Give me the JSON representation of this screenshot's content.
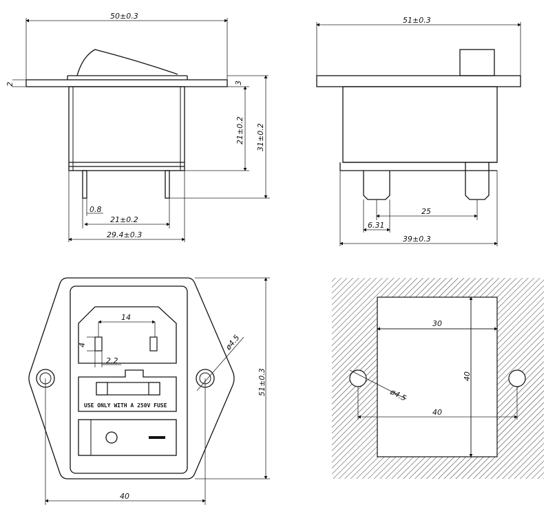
{
  "views": {
    "side_view": {
      "dim_width": "50±0.3",
      "dim_flange": "2",
      "dim_flange_right": "3",
      "dim_body_height": "21±0.2",
      "dim_total_height": "31±0.2",
      "dim_pin": "0.8",
      "dim_pin_pitch": "21±0.2",
      "dim_body_width": "29.4±0.3"
    },
    "end_view": {
      "dim_width": "51±0.3",
      "dim_pitch": "25",
      "dim_offset": "6.31",
      "dim_body_width": "39±0.3"
    },
    "front_view": {
      "dim_socket_width": "14",
      "dim_slot_height": "4",
      "dim_slot_width": "2.2",
      "dim_hole": "ø4.5",
      "dim_height": "51±0.3",
      "dim_hole_pitch": "40",
      "fuse_text": "USE ONLY WITH A 250V FUSE"
    },
    "panel_cutout": {
      "dim_width": "30",
      "dim_height": "40",
      "dim_hole": "ø4.5",
      "dim_hole_pitch": "40"
    }
  },
  "colors": {
    "line": "#111111",
    "hatch": "#333333",
    "background": "#ffffff"
  }
}
